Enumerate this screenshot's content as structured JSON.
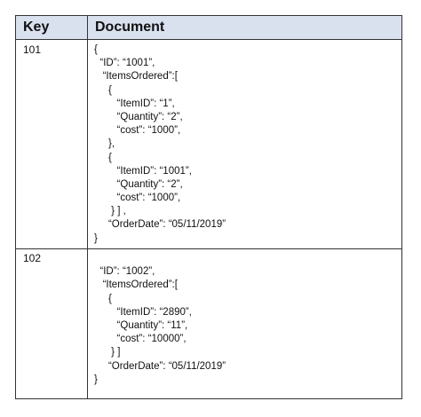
{
  "table": {
    "headers": {
      "key": "Key",
      "document": "Document"
    },
    "rows": [
      {
        "key": "101",
        "lines": [
          "{",
          "  “ID”: “1001”,",
          "   “ItemsOrdered”:[",
          "     {",
          "        “ItemID”: “1”,",
          "        “Quantity”: “2”,",
          "        “cost”: “1000”,",
          "     },",
          "     {",
          "        “ItemID”: “1001”,",
          "        “Quantity”: “2”,",
          "        “cost”: “1000”,",
          "      } ] ,",
          "     “OrderDate”: “05/11/2019”",
          "}"
        ]
      },
      {
        "key": "102",
        "lines": [
          "",
          "  “ID”: “1002”,",
          "   “ItemsOrdered”:[",
          "     {",
          "        “ItemID”: “2890”,",
          "        “Quantity”: “11”,",
          "        “cost”: “10000”,",
          "      } ]",
          "     “OrderDate”: “05/11/2019”",
          "}"
        ]
      }
    ]
  }
}
